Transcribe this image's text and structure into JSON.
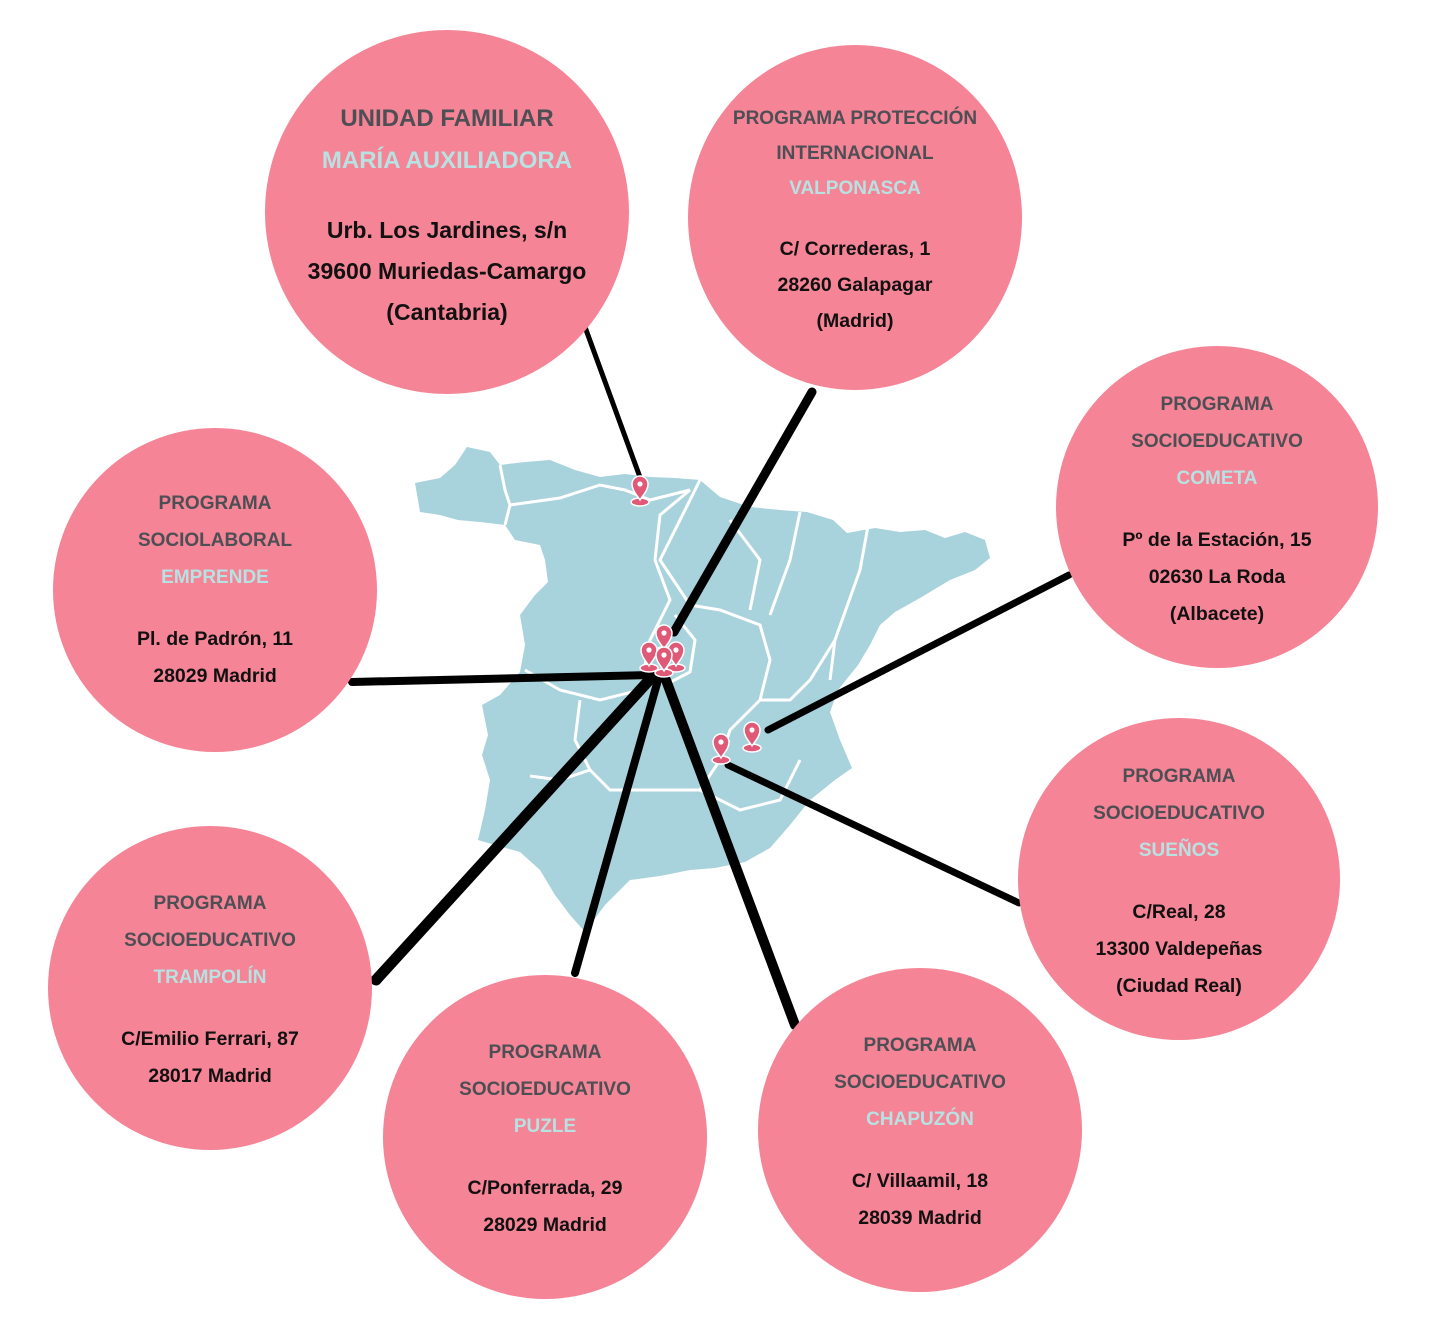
{
  "colors": {
    "circle": "#f48496",
    "title": "#4d4f55",
    "name": "#b8e2e2",
    "address": "#111111",
    "map": "#a8d2dc",
    "pin": "#e05a78",
    "line": "#000000"
  },
  "locations": [
    {
      "title": [
        "UNIDAD FAMILIAR"
      ],
      "name": "MARÍA AUXILIADORA",
      "address": [
        "Urb. Los Jardines, s/n",
        "39600 Muriedas-Camargo",
        "(Cantabria)"
      ]
    },
    {
      "title": [
        "PROGRAMA PROTECCIÓN",
        "INTERNACIONAL"
      ],
      "name": "VALPONASCA",
      "address": [
        "C/ Correderas, 1",
        "28260 Galapagar",
        "(Madrid)"
      ]
    },
    {
      "title": [
        "PROGRAMA",
        "SOCIOEDUCATIVO"
      ],
      "name": "COMETA",
      "address": [
        "Pº de la Estación, 15",
        "02630 La Roda",
        "(Albacete)"
      ]
    },
    {
      "title": [
        "PROGRAMA",
        "SOCIOEDUCATIVO"
      ],
      "name": "SUEÑOS",
      "address": [
        "C/Real, 28",
        "13300 Valdepeñas",
        "(Ciudad Real)"
      ]
    },
    {
      "title": [
        "PROGRAMA",
        "SOCIOEDUCATIVO"
      ],
      "name": "CHAPUZÓN",
      "address": [
        "C/ Villaamil, 18",
        "28039 Madrid"
      ]
    },
    {
      "title": [
        "PROGRAMA",
        "SOCIOEDUCATIVO"
      ],
      "name": "PUZLE",
      "address": [
        "C/Ponferrada, 29",
        "28029 Madrid"
      ]
    },
    {
      "title": [
        "PROGRAMA",
        "SOCIOEDUCATIVO"
      ],
      "name": "TRAMPOLÍN",
      "address": [
        "C/Emilio Ferrari, 87",
        "28017 Madrid"
      ]
    },
    {
      "title": [
        "PROGRAMA",
        "SOCIOLABORAL"
      ],
      "name": "EMPRENDE",
      "address": [
        "Pl. de Padrón, 11",
        "28029 Madrid"
      ]
    }
  ]
}
